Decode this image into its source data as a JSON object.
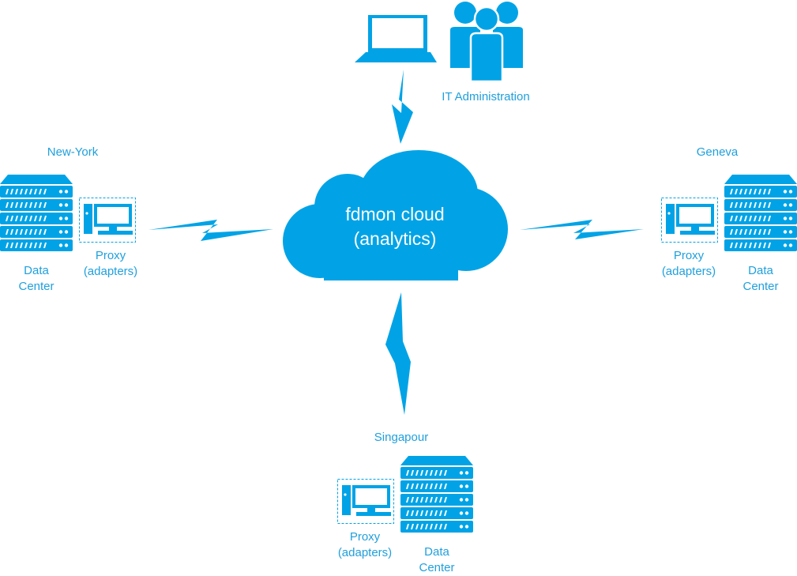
{
  "colors": {
    "primary": "#01A3E6",
    "text": "#1FA0DD",
    "background": "#ffffff"
  },
  "icons": [
    "laptop-icon",
    "users-icon",
    "cloud-icon",
    "server-rack-icon",
    "desktop-computer-icon",
    "lightning-link-icon"
  ],
  "cloud": {
    "line1": "fdmon cloud",
    "line2": "(analytics)"
  },
  "admin": {
    "label": "IT Administration"
  },
  "sites": {
    "newyork": {
      "name": "New-York",
      "proxy_line1": "Proxy",
      "proxy_line2": "(adapters)",
      "dc_line1": "Data",
      "dc_line2": "Center"
    },
    "geneva": {
      "name": "Geneva",
      "proxy_line1": "Proxy",
      "proxy_line2": "(adapters)",
      "dc_line1": "Data",
      "dc_line2": "Center"
    },
    "singapour": {
      "name": "Singapour",
      "proxy_line1": "Proxy",
      "proxy_line2": "(adapters)",
      "dc_line1": "Data",
      "dc_line2": "Center"
    }
  }
}
